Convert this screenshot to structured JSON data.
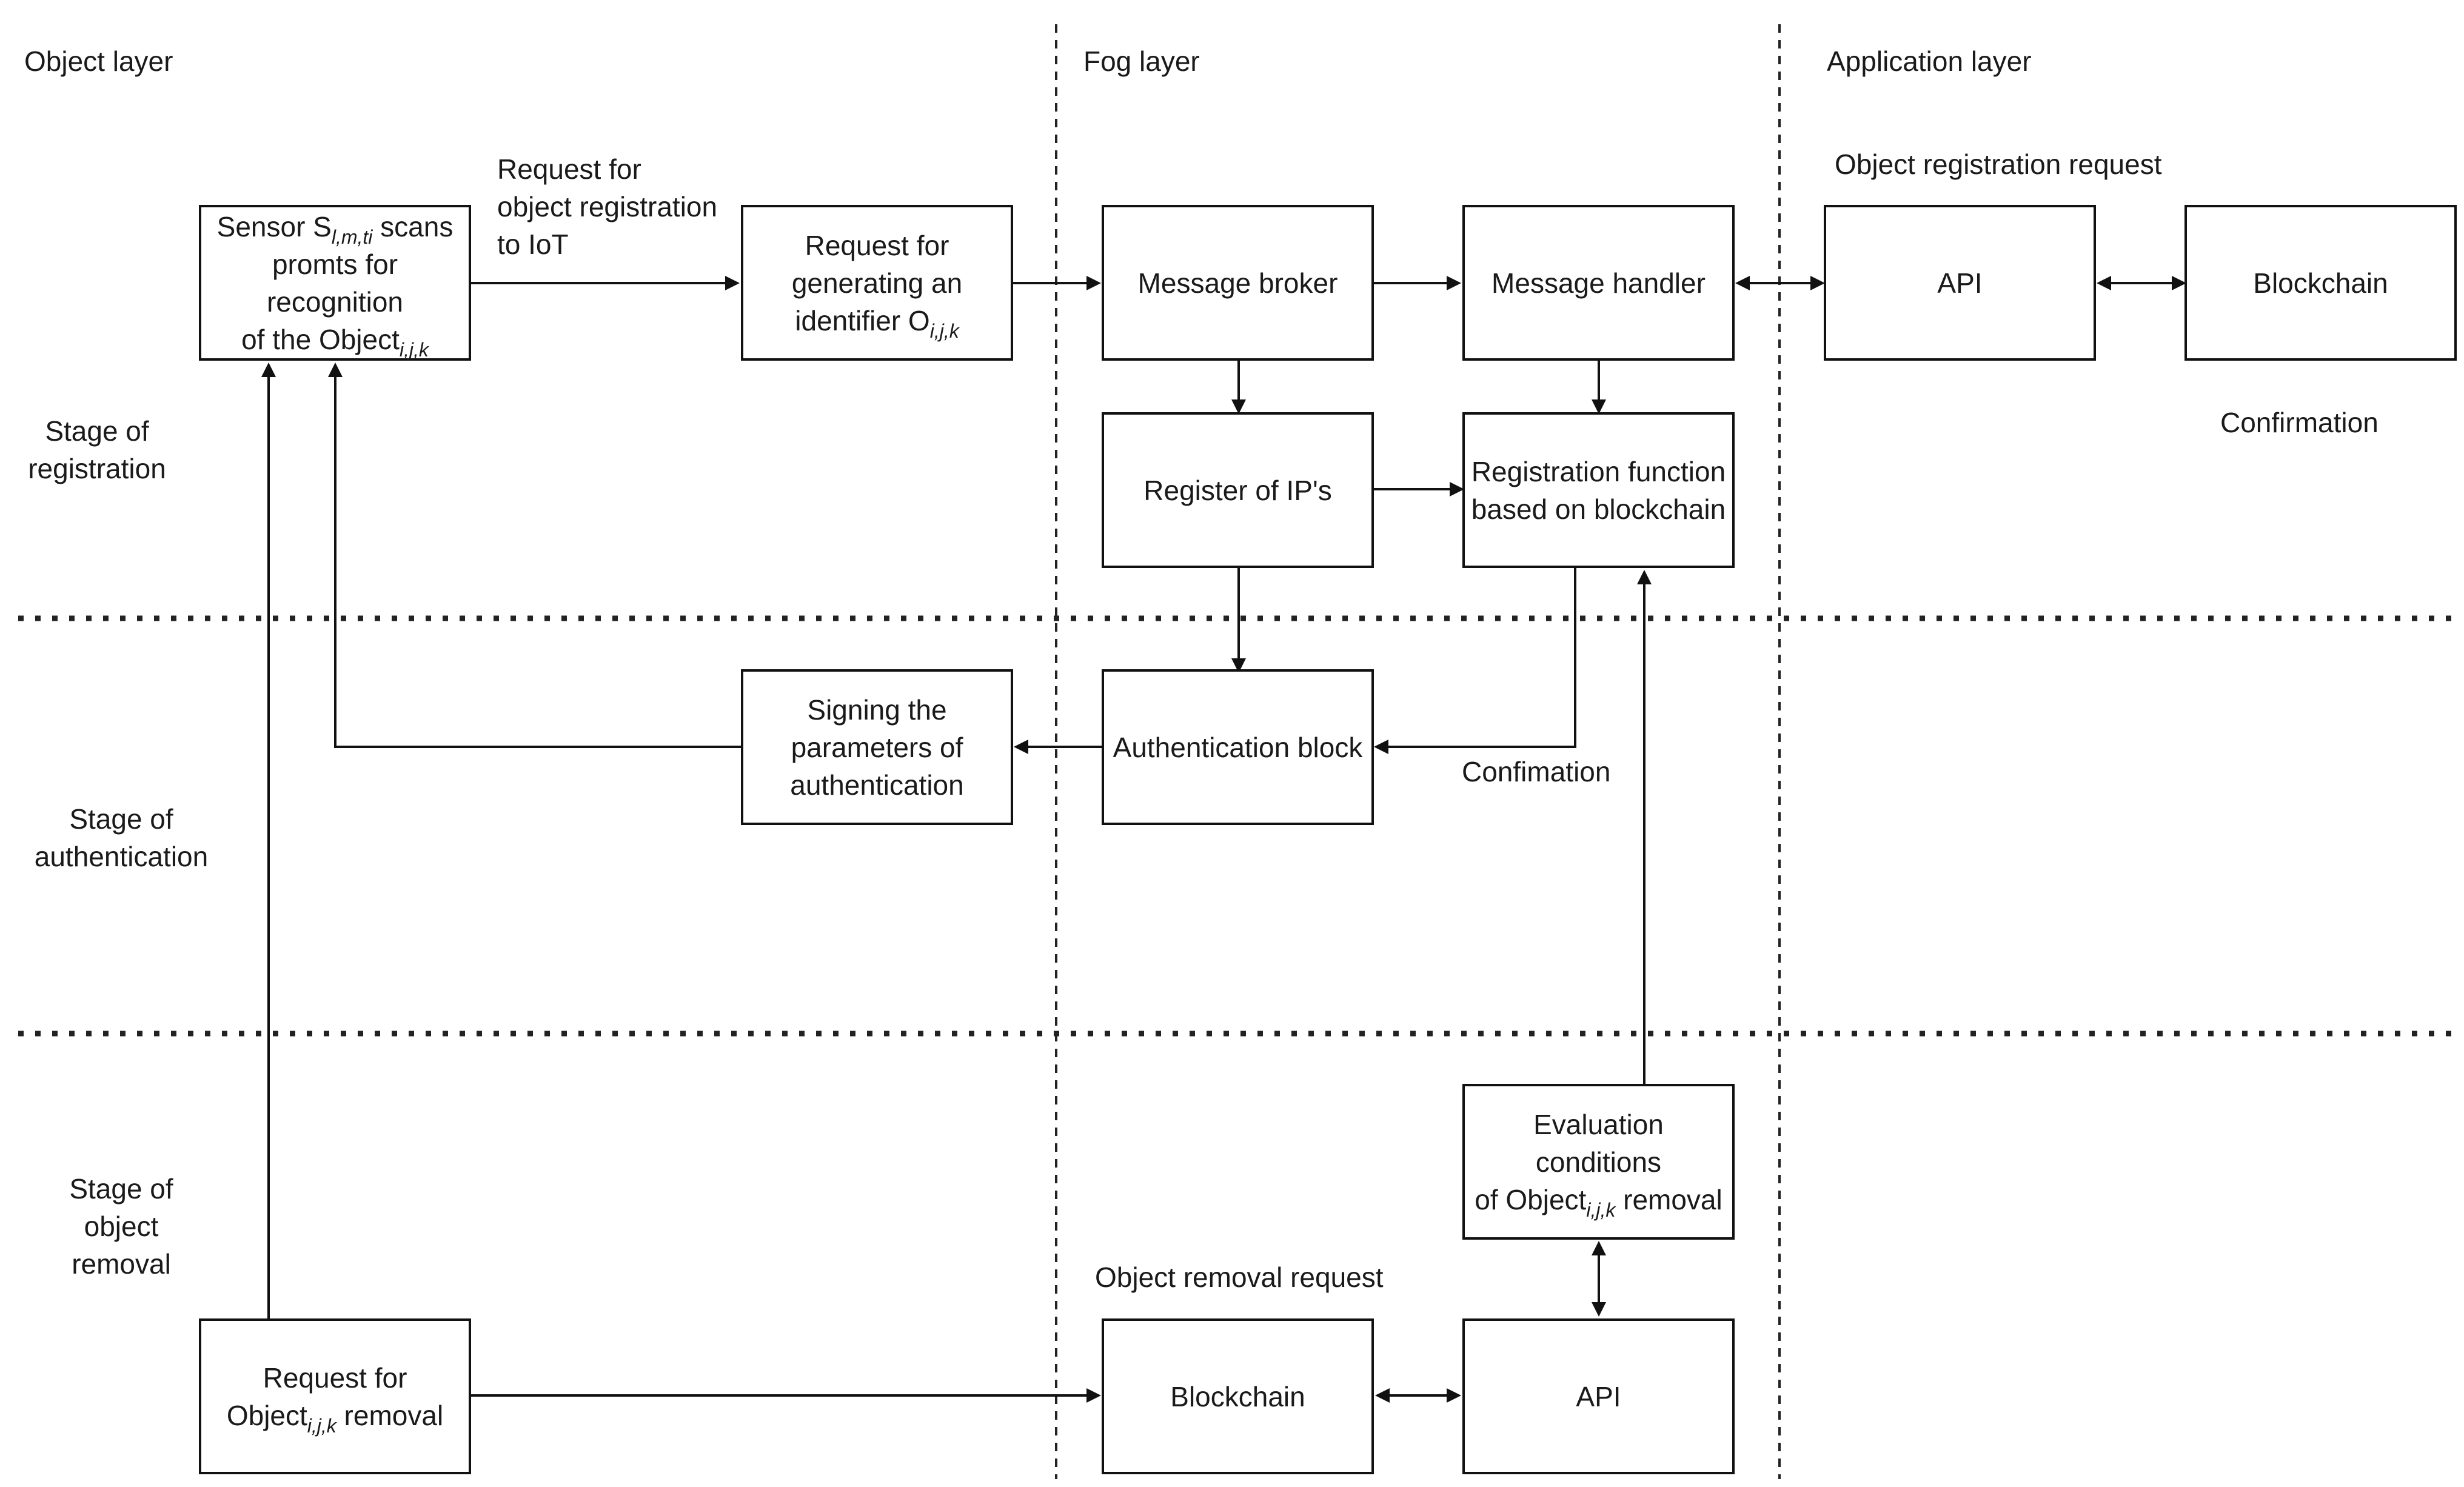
{
  "layers": {
    "object": "Object layer",
    "fog": "Fog layer",
    "application": "Application layer"
  },
  "stages": {
    "registration": [
      "Stage of",
      "registration"
    ],
    "authentication": [
      "Stage of",
      "authentication"
    ],
    "removal": [
      "Stage of",
      "object",
      "removal"
    ]
  },
  "labels": {
    "request_for_registration": [
      "Request for",
      "object registration",
      "to IoT"
    ],
    "object_registration_request": "Object registration request",
    "confirmation_app": "Confirmation",
    "confimation_fog": "Confimation",
    "object_removal_request": "Object removal request"
  },
  "boxes": {
    "sensor": {
      "line1": "Sensor S",
      "line1_sub": "l,m,ti",
      "line1_tail": " scans",
      "line2": "promts for recognition",
      "line3": "of the Object",
      "line3_sub": "i,j,k"
    },
    "request_identifier": {
      "line1": "Request for",
      "line2": "generating an",
      "line3": "identifier O",
      "line3_sub": "i,j,k"
    },
    "message_broker": "Message broker",
    "message_handler": "Message handler",
    "api_top": "API",
    "blockchain_top": "Blockchain",
    "register_ips": "Register of IP's",
    "registration_function": {
      "line1": "Registration function",
      "line2": "based on blockchain"
    },
    "signing": {
      "line1": "Signing the",
      "line2": "parameters of",
      "line3": "authentication"
    },
    "authentication_block": "Authentication block",
    "evaluation": {
      "line1": "Evaluation conditions",
      "line2": "of Object",
      "line2_sub": "i,j,k",
      "line2_tail": " removal"
    },
    "request_removal": {
      "line1": "Request for",
      "line2": "Object",
      "line2_sub": "i,j,k",
      "line2_tail": " removal"
    },
    "blockchain_bottom": "Blockchain",
    "api_bottom": "API"
  }
}
